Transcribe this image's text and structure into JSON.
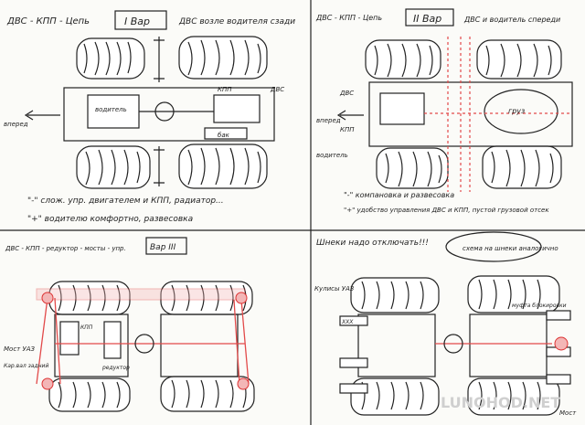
{
  "q1": {
    "scheme": "ДВС - КПП - Цепь",
    "variant": "I Вар",
    "note": "ДВС возле водителя сзади",
    "labels": {
      "forward": "вперед",
      "kpp": "КПП",
      "dvs": "ДВС",
      "driver": "водитель",
      "tank": "бак"
    },
    "minus": "\"-\" слож. упр. двигателем и КПП, радиатор...",
    "plus": "\"+\" водителю комфортно, развесовка"
  },
  "q2": {
    "scheme": "ДВС - КПП - Цепь",
    "variant": "II Вар",
    "note": "ДВС и водитель спереди",
    "labels": {
      "forward": "вперед",
      "dvs": "ДВС",
      "kpp": "КПП",
      "driver": "водитель",
      "cargo": "груз"
    },
    "minus": "\"-\" компановка и развесовка",
    "plus": "\"+\" удобство управления ДВС и КПП, пустой грузовой отсек"
  },
  "q3": {
    "scheme": "ДВС - КПП - редуктор - мосты - упр.",
    "variant": "Вар III",
    "labels": {
      "axle": "Мост УАЗ",
      "shaft": "Кар.вал задний",
      "kpp": "КПП",
      "reducer": "редуктор"
    }
  },
  "q4": {
    "title": "Шнеки надо отключать!!!",
    "note": "схема на шнеки аналогично",
    "labels": {
      "boxes": "Кулисы УАЗ",
      "brake": "муфта блокировки",
      "axle": "Мост",
      "shaft": "XXX"
    }
  },
  "watermark": "LUNOHOD.NET"
}
